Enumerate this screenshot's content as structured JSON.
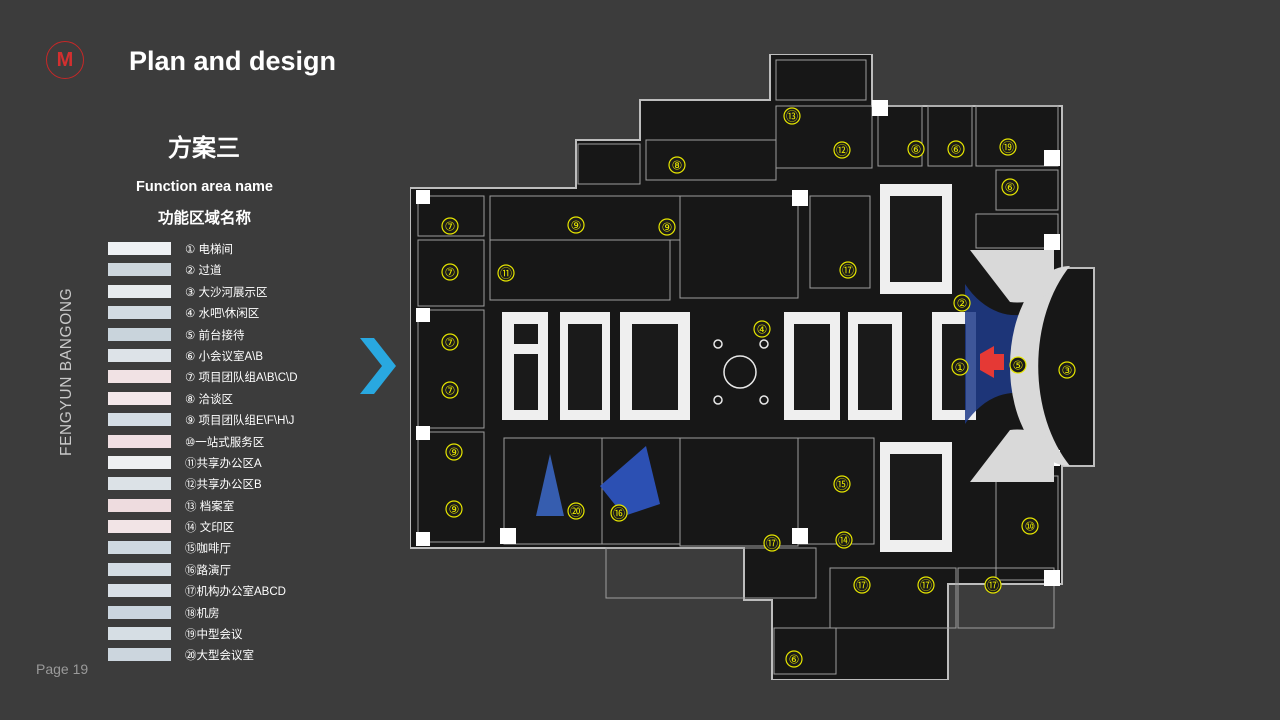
{
  "logo": {
    "letter": "M"
  },
  "header": {
    "title": "Plan and design"
  },
  "sidebar": {
    "scheme_title": "方案三",
    "function_area_en": "Function area name",
    "function_area_cn": "功能区域名称",
    "vertical_text": "FENGYUN BANGONG",
    "legend": [
      {
        "label": "①  电梯间",
        "color": "#eef1f4"
      },
      {
        "label": "②  过道",
        "color": "#cdd6dd"
      },
      {
        "label": "③ 大沙河展示区",
        "color": "#e7ebee"
      },
      {
        "label": "④ 水吧\\休闲区",
        "color": "#d2dbe2"
      },
      {
        "label": "⑤ 前台接待",
        "color": "#c9d4dc"
      },
      {
        "label": "⑥ 小会议室A\\B",
        "color": "#dde3e8"
      },
      {
        "label": "⑦ 项目团队组A\\B\\C\\D",
        "color": "#f1e2e4"
      },
      {
        "label": "⑧ 洽谈区",
        "color": "#f4e8ea"
      },
      {
        "label": "⑨ 项目团队组E\\F\\H\\J",
        "color": "#d4dde5"
      },
      {
        "label": "⑩一站式服务区",
        "color": "#f0dfe2"
      },
      {
        "label": "⑪共享办公区A",
        "color": "#eef0f2"
      },
      {
        "label": "⑫共享办公区B",
        "color": "#dce2e7"
      },
      {
        "label": "⑬ 档案室",
        "color": "#eedcdf"
      },
      {
        "label": "⑭ 文印区",
        "color": "#f2e4e6"
      },
      {
        "label": "⑮咖啡厅",
        "color": "#cfd9e1"
      },
      {
        "label": "⑯路演厅",
        "color": "#d3dce3"
      },
      {
        "label": "⑰机构办公室ABCD",
        "color": "#d9e0e6"
      },
      {
        "label": "⑱机房",
        "color": "#cad5de"
      },
      {
        "label": "⑲中型会议",
        "color": "#d6dee4"
      },
      {
        "label": "⑳大型会议室",
        "color": "#ccd6de"
      }
    ]
  },
  "footer": {
    "page_label": "Page 19"
  },
  "plan": {
    "markers": [
      {
        "label": "①"
      },
      {
        "label": "②"
      },
      {
        "label": "③"
      },
      {
        "label": "④"
      },
      {
        "label": "⑤"
      },
      {
        "label": "⑥"
      },
      {
        "label": "⑥"
      },
      {
        "label": "⑥"
      },
      {
        "label": "⑥"
      },
      {
        "label": "⑦"
      },
      {
        "label": "⑦"
      },
      {
        "label": "⑦"
      },
      {
        "label": "⑦"
      },
      {
        "label": "⑧"
      },
      {
        "label": "⑨"
      },
      {
        "label": "⑨"
      },
      {
        "label": "⑨"
      },
      {
        "label": "⑨"
      },
      {
        "label": "⑩"
      },
      {
        "label": "⑪"
      },
      {
        "label": "⑫"
      },
      {
        "label": "⑬"
      },
      {
        "label": "⑭"
      },
      {
        "label": "⑮"
      },
      {
        "label": "⑯"
      },
      {
        "label": "⑰"
      },
      {
        "label": "⑰"
      },
      {
        "label": "⑰"
      },
      {
        "label": "⑰"
      },
      {
        "label": "⑰"
      },
      {
        "label": "⑲"
      },
      {
        "label": "⑳"
      }
    ]
  },
  "colors": {
    "background": "#3c3c3c",
    "accent": "#29a8e0",
    "logo": "#c62828",
    "marker": "#e6e600",
    "entrance": "#e53935"
  }
}
